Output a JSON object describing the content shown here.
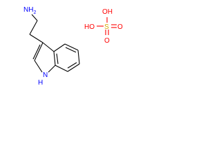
{
  "colors": {
    "bond": "#000000",
    "carbon_hydrogen_text": "#000000",
    "nitrogen": "#0000ff",
    "oxygen": "#ff0000",
    "sulfur": "#d4a800"
  },
  "tryptamine": {
    "amine_label": "NH",
    "amine_subscript": "2",
    "indole_nh_h": "H",
    "indole_nh_n": "N"
  },
  "sulfuric_acid": {
    "top_label": "OH",
    "left_label": "HO",
    "center_label": "S",
    "right_label": "O",
    "bottom_label": "O"
  }
}
